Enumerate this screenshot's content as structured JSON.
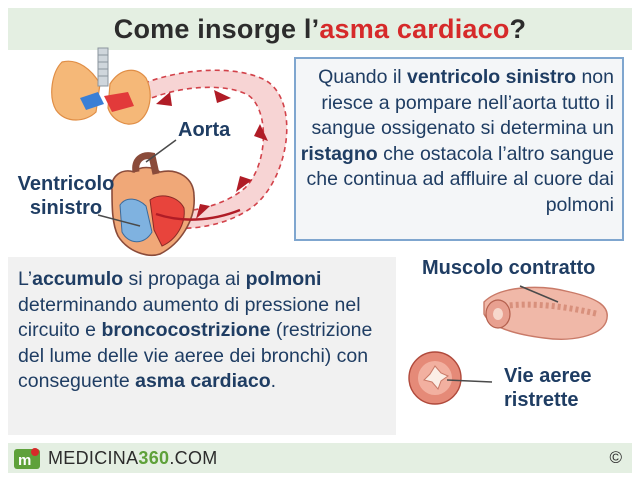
{
  "header": {
    "title_part1": "Come insorge l’",
    "title_highlight": "asma cardiaco",
    "title_part2": "?"
  },
  "labels": {
    "aorta": "Aorta",
    "ventricolo_line1": "Ventricolo",
    "ventricolo_line2": "sinistro",
    "muscolo": "Muscolo contratto",
    "vie_line1": "Vie aeree",
    "vie_line2": "ristrette"
  },
  "info_box": {
    "t1": "Quando il ",
    "b1": "ventricolo sinistro",
    "t2": " non riesce a pompare nell’aorta tutto il sangue ossigenato si determina un ",
    "b2": "ristagno",
    "t3": " che ostacola l’altro sangue che continua ad affluire al cuore dai polmoni"
  },
  "bottom_box": {
    "t1": "L’",
    "b1": "accumulo",
    "t2": " si propaga ai ",
    "b2": "polmoni",
    "t3": " determinando aumento di pressione nel circuito e ",
    "b3": "broncocostrizione",
    "t4": " (restrizione del lume delle vie aeree dei bronchi) con conseguente ",
    "b4": "asma cardiaco",
    "t5": "."
  },
  "footer": {
    "logo_text_a": "MEDICINA",
    "logo_text_b": "360",
    "logo_text_c": ".COM",
    "copyright": "©"
  },
  "colors": {
    "title_accent": "#d62a2a",
    "text_blue": "#1f3d63",
    "band_green": "#e4efe2",
    "box_border": "#7fa6cf",
    "arrow_red": "#b01c26",
    "logo_green": "#5ea13a"
  }
}
